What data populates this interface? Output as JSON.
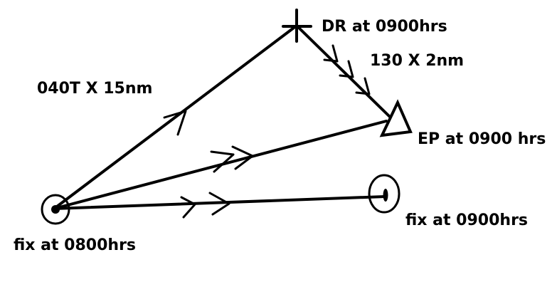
{
  "labels": {
    "dr": "DR at 0900hrs",
    "set_drift": "130 X 2nm",
    "course_speed": "040T X 15nm",
    "ep": "EP at 0900 hrs",
    "fix_end": "fix at 0900hrs",
    "fix_start": "fix at 0800hrs"
  },
  "colors": {
    "ink": "#000000",
    "background": "#ffffff"
  }
}
